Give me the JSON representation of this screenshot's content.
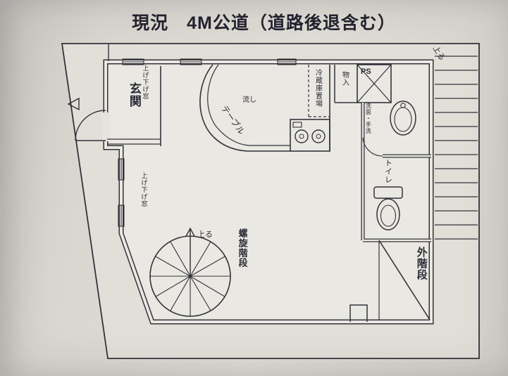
{
  "document": {
    "title": "現況　4M公道（道路後退含む）"
  },
  "plan": {
    "labels": {
      "entrance": "玄関",
      "sash_window_entrance": "上げ下げ窓",
      "sash_window_side": "上げ下げ窓",
      "table": "テーブル",
      "sink": "流し",
      "refrigerator_space": "冷蔵庫置場",
      "storage": "物入",
      "pipe_space": "PS",
      "washstand": "洗面・手洗",
      "toilet": "トイレ",
      "outside_staircase": "外階段",
      "spiral_staircase": "螺旋階段",
      "up_spiral": "上る",
      "up_outside": "上る"
    },
    "colors": {
      "paper": "#d9d6d0",
      "paper_inside_site": "#e2dfd9",
      "paper_inside_building": "#eae8e2",
      "ink": "#33333b",
      "title_ink": "#23232f"
    }
  }
}
